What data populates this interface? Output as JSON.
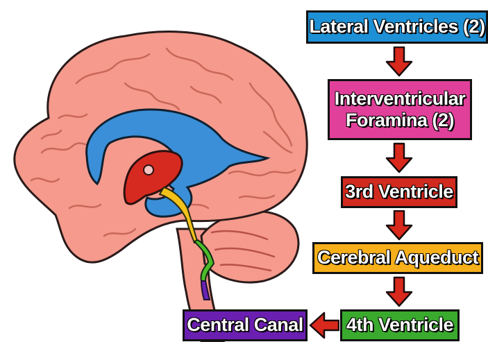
{
  "flow": {
    "steps": [
      {
        "label": "Lateral Ventricles (2)",
        "color": "#1e90d6"
      },
      {
        "label": "Interventricular\nForamina (2)",
        "color": "#e0409a"
      },
      {
        "label": "3rd Ventricle",
        "color": "#d12a1f"
      },
      {
        "label": "Cerebral Aqueduct",
        "color": "#f7b01a"
      },
      {
        "label": "4th Ventricle",
        "color": "#3aaa2e"
      },
      {
        "label": "Central Canal",
        "color": "#6b1fb0"
      }
    ],
    "arrow_color": "#d9291c"
  },
  "illustration": {
    "brain_color": "#f59a8c",
    "lateral_ventricle_color": "#3a8fd8",
    "third_ventricle_color": "#d62a20",
    "aqueduct_color": "#f2c21a",
    "fourth_ventricle_color": "#4cbb2a",
    "central_canal_color": "#6a22b8"
  }
}
